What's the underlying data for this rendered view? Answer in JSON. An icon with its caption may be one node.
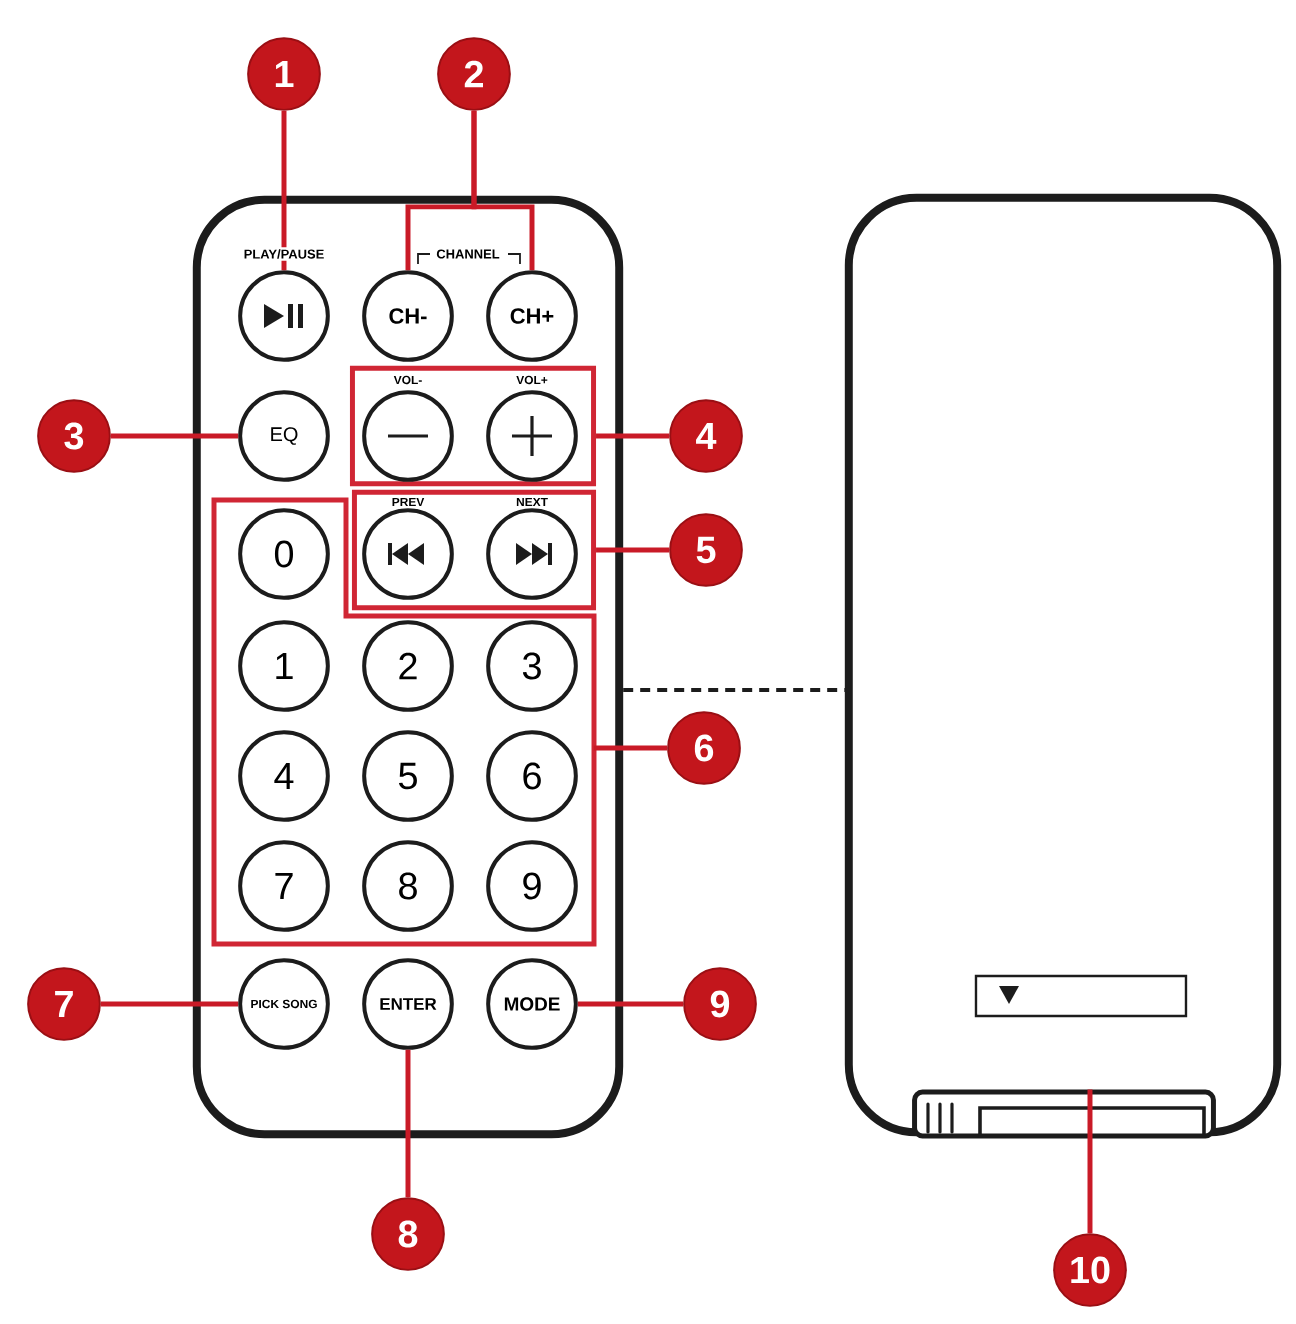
{
  "diagram": {
    "nodes": [
      {
        "text": [
          "1"
        ]
      },
      {
        "text": [
          "2"
        ]
      },
      {
        "text": [],
        "shape": "box"
      },
      {
        "text": [],
        "shape": "circle",
        "in": 2,
        "beside": [
          "PLAY/PAUSE"
        ]
      },
      {
        "text": [
          "CH-"
        ],
        "in": 2
      },
      {
        "text": [
          "CH+"
        ],
        "in": 2
      },
      {
        "text": [
          "3"
        ]
      },
      {
        "text": [
          "EQ"
        ],
        "in": 2
      },
      {
        "text": [],
        "shape": "box",
        "in": 2
      },
      {
        "text": [],
        "shape": "circle",
        "in": 8,
        "beside": [
          "VOL-"
        ]
      },
      {
        "text": [],
        "shape": "circle",
        "in": 8,
        "beside": [
          "VOL+"
        ]
      },
      {
        "text": [
          "4"
        ]
      },
      {
        "text": [],
        "shape": "box",
        "in": 2
      },
      {
        "text": [],
        "shape": "circle",
        "in": 12,
        "beside": [
          "PREV"
        ]
      },
      {
        "text": [],
        "shape": "circle",
        "in": 12,
        "beside": [
          "NEXT"
        ]
      },
      {
        "text": [
          "5"
        ]
      },
      {
        "text": [],
        "shape": "box",
        "in": 2
      },
      {
        "text": [
          "0"
        ],
        "in": 16
      },
      {
        "text": [
          "1"
        ],
        "in": 16
      },
      {
        "text": [
          "2"
        ],
        "in": 16
      },
      {
        "text": [
          "3"
        ],
        "in": 16
      },
      {
        "text": [
          "4"
        ],
        "in": 16
      },
      {
        "text": [
          "5"
        ],
        "in": 16
      },
      {
        "text": [
          "6"
        ],
        "in": 16
      },
      {
        "text": [
          "7"
        ],
        "in": 16
      },
      {
        "text": [
          "8"
        ],
        "in": 16
      },
      {
        "text": [
          "9"
        ],
        "in": 16
      },
      {
        "text": [
          "6"
        ]
      },
      {
        "text": [],
        "shape": "box"
      },
      {
        "text": [
          "7"
        ]
      },
      {
        "text": [
          "PICK SONG"
        ],
        "in": 2
      },
      {
        "text": [
          "ENTER"
        ],
        "in": 2
      },
      {
        "text": [
          "MODE"
        ],
        "in": 2
      },
      {
        "text": [
          "9"
        ]
      },
      {
        "text": [],
        "shape": "box",
        "in": 28
      },
      {
        "text": [
          "8"
        ]
      },
      {
        "text": [
          "10"
        ]
      }
    ],
    "edges": [
      {
        "from": 0,
        "to": 3,
        "arrow": "none"
      },
      {
        "from": 1,
        "to": 4,
        "arrow": "none"
      },
      {
        "from": 1,
        "to": 5,
        "arrow": "none"
      },
      {
        "from": 6,
        "to": 7,
        "arrow": "none"
      },
      {
        "from": 11,
        "to": 8,
        "arrow": "none"
      },
      {
        "from": 15,
        "to": 12,
        "arrow": "none"
      },
      {
        "from": 27,
        "to": 16,
        "arrow": "none"
      },
      {
        "from": 29,
        "to": 30,
        "arrow": "none"
      },
      {
        "from": 35,
        "to": 31,
        "arrow": "none"
      },
      {
        "from": 33,
        "to": 32,
        "arrow": "none"
      },
      {
        "from": 36,
        "to": 34,
        "arrow": "none"
      },
      {
        "from": 2,
        "to": 28,
        "arrow": "none",
        "style": "dashed",
        "color": "#1c1c1c"
      }
    ],
    "labels": [
      "CHANNEL"
    ]
  }
}
